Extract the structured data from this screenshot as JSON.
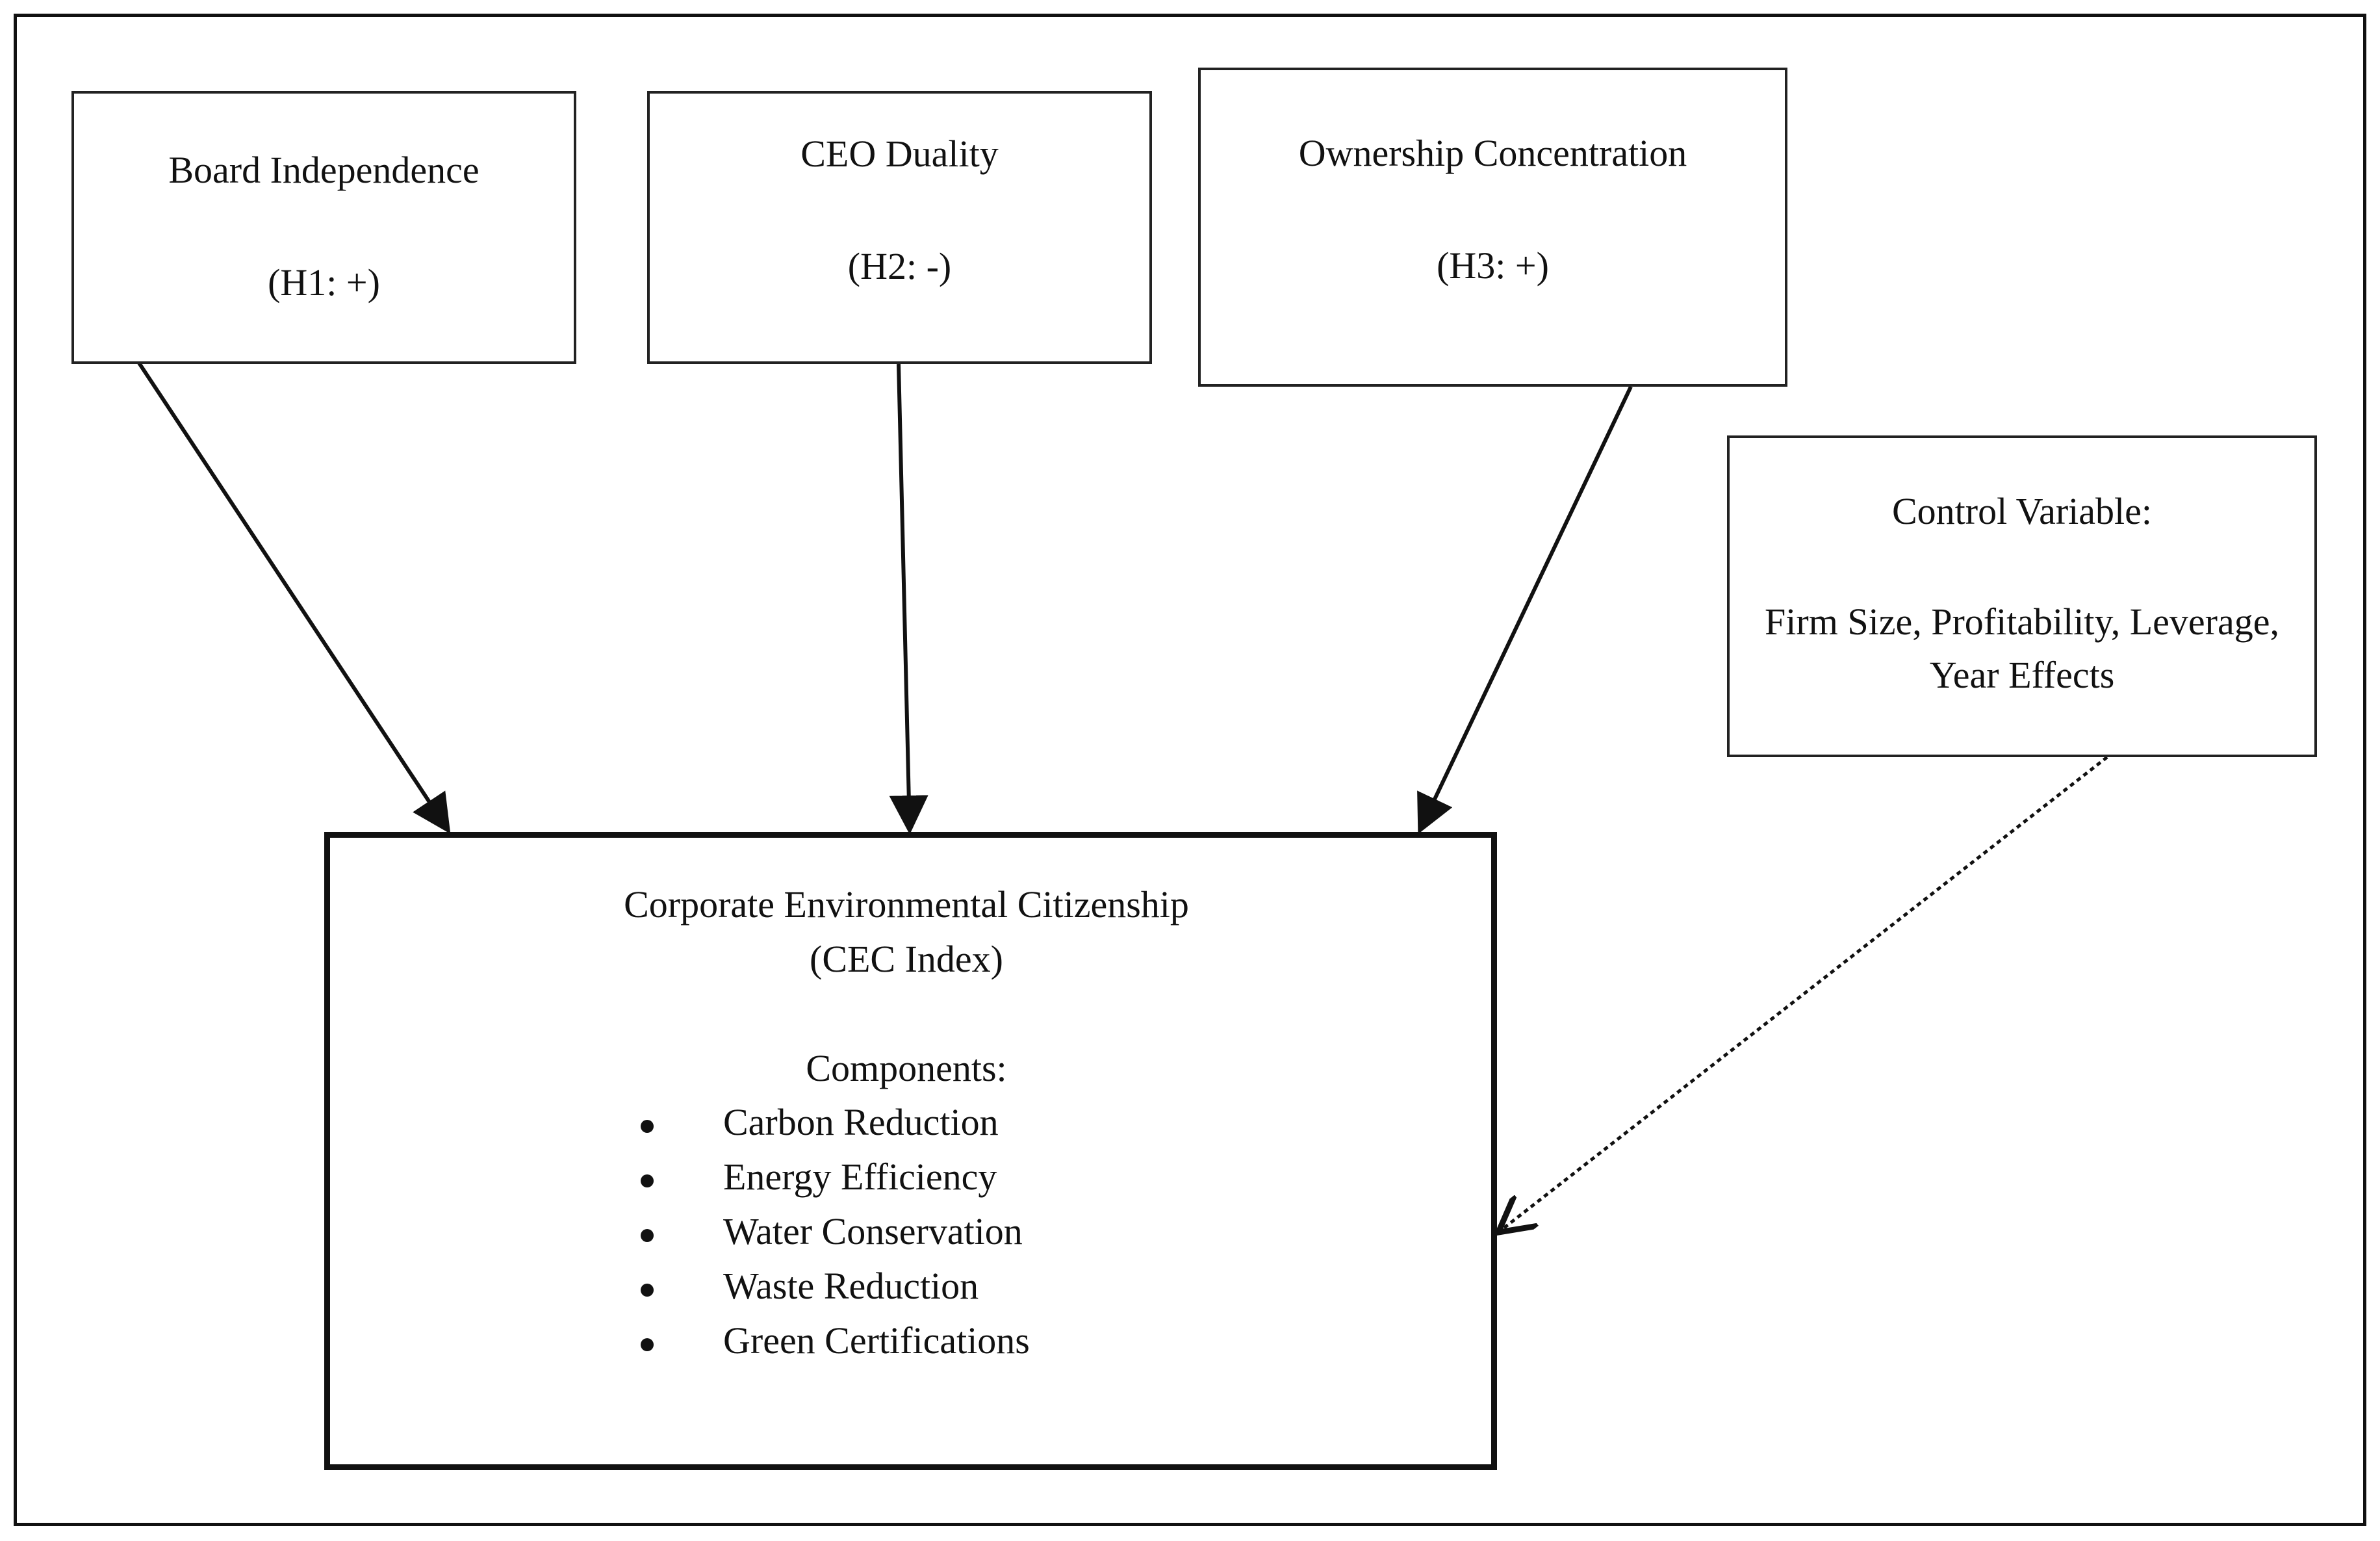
{
  "diagram": {
    "nodes": {
      "board_independence": {
        "label": "Board Independence",
        "hypothesis": "(H1: +)"
      },
      "ceo_duality": {
        "label": "CEO Duality",
        "hypothesis": "(H2: -)"
      },
      "ownership_concentration": {
        "label": "Ownership Concentration",
        "hypothesis": "(H3: +)"
      },
      "control_variable": {
        "label": "Control Variable:",
        "line1": "Firm Size, Profitability, Leverage,",
        "line2": "Year Effects"
      },
      "cec": {
        "title": "Corporate Environmental Citizenship",
        "subtitle": "(CEC Index)",
        "components_label": "Components:",
        "components": [
          "Carbon Reduction",
          "Energy Efficiency",
          "Water Conservation",
          "Waste Reduction",
          "Green Certifications"
        ]
      }
    },
    "edges": [
      {
        "from": "board_independence",
        "to": "cec",
        "style": "solid"
      },
      {
        "from": "ceo_duality",
        "to": "cec",
        "style": "solid"
      },
      {
        "from": "ownership_concentration",
        "to": "cec",
        "style": "solid"
      },
      {
        "from": "control_variable",
        "to": "cec",
        "style": "dotted"
      }
    ],
    "colors": {
      "stroke": "#111111",
      "background": "#ffffff"
    }
  }
}
